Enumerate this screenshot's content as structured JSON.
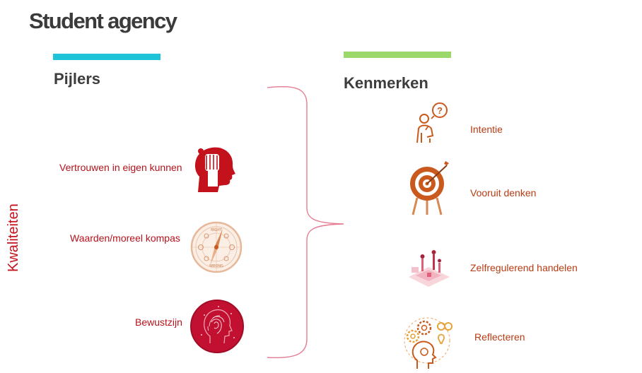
{
  "title": "Student agency",
  "vertical_label": "Kwaliteiten",
  "pijlers": {
    "heading": "Pijlers",
    "items": [
      {
        "label": "Vertrouwen in eigen kunnen",
        "icon": "raised-fist-head-icon"
      },
      {
        "label": "Waarden/moreel kompas",
        "icon": "moral-compass-icon",
        "compass_top": "RIGHT",
        "compass_bottom": "WRONG"
      },
      {
        "label": "Bewustzijn",
        "icon": "fingerprint-head-icon"
      }
    ]
  },
  "kenmerken": {
    "heading": "Kenmerken",
    "items": [
      {
        "label": "Intentie",
        "icon": "thinking-person-question-icon",
        "glyph": "?"
      },
      {
        "label": "Vooruit denken",
        "icon": "target-arrow-icon"
      },
      {
        "label": "Zelfregulerend handelen",
        "icon": "people-on-platform-icon"
      },
      {
        "label": "Reflecteren",
        "icon": "head-with-gears-icon"
      }
    ]
  },
  "colors": {
    "accent_red": "#c4121c",
    "accent_orange": "#c9591d",
    "bar_cyan": "#1fc3d8",
    "bar_green": "#9bd86a",
    "brace_pink": "#e6798f"
  }
}
